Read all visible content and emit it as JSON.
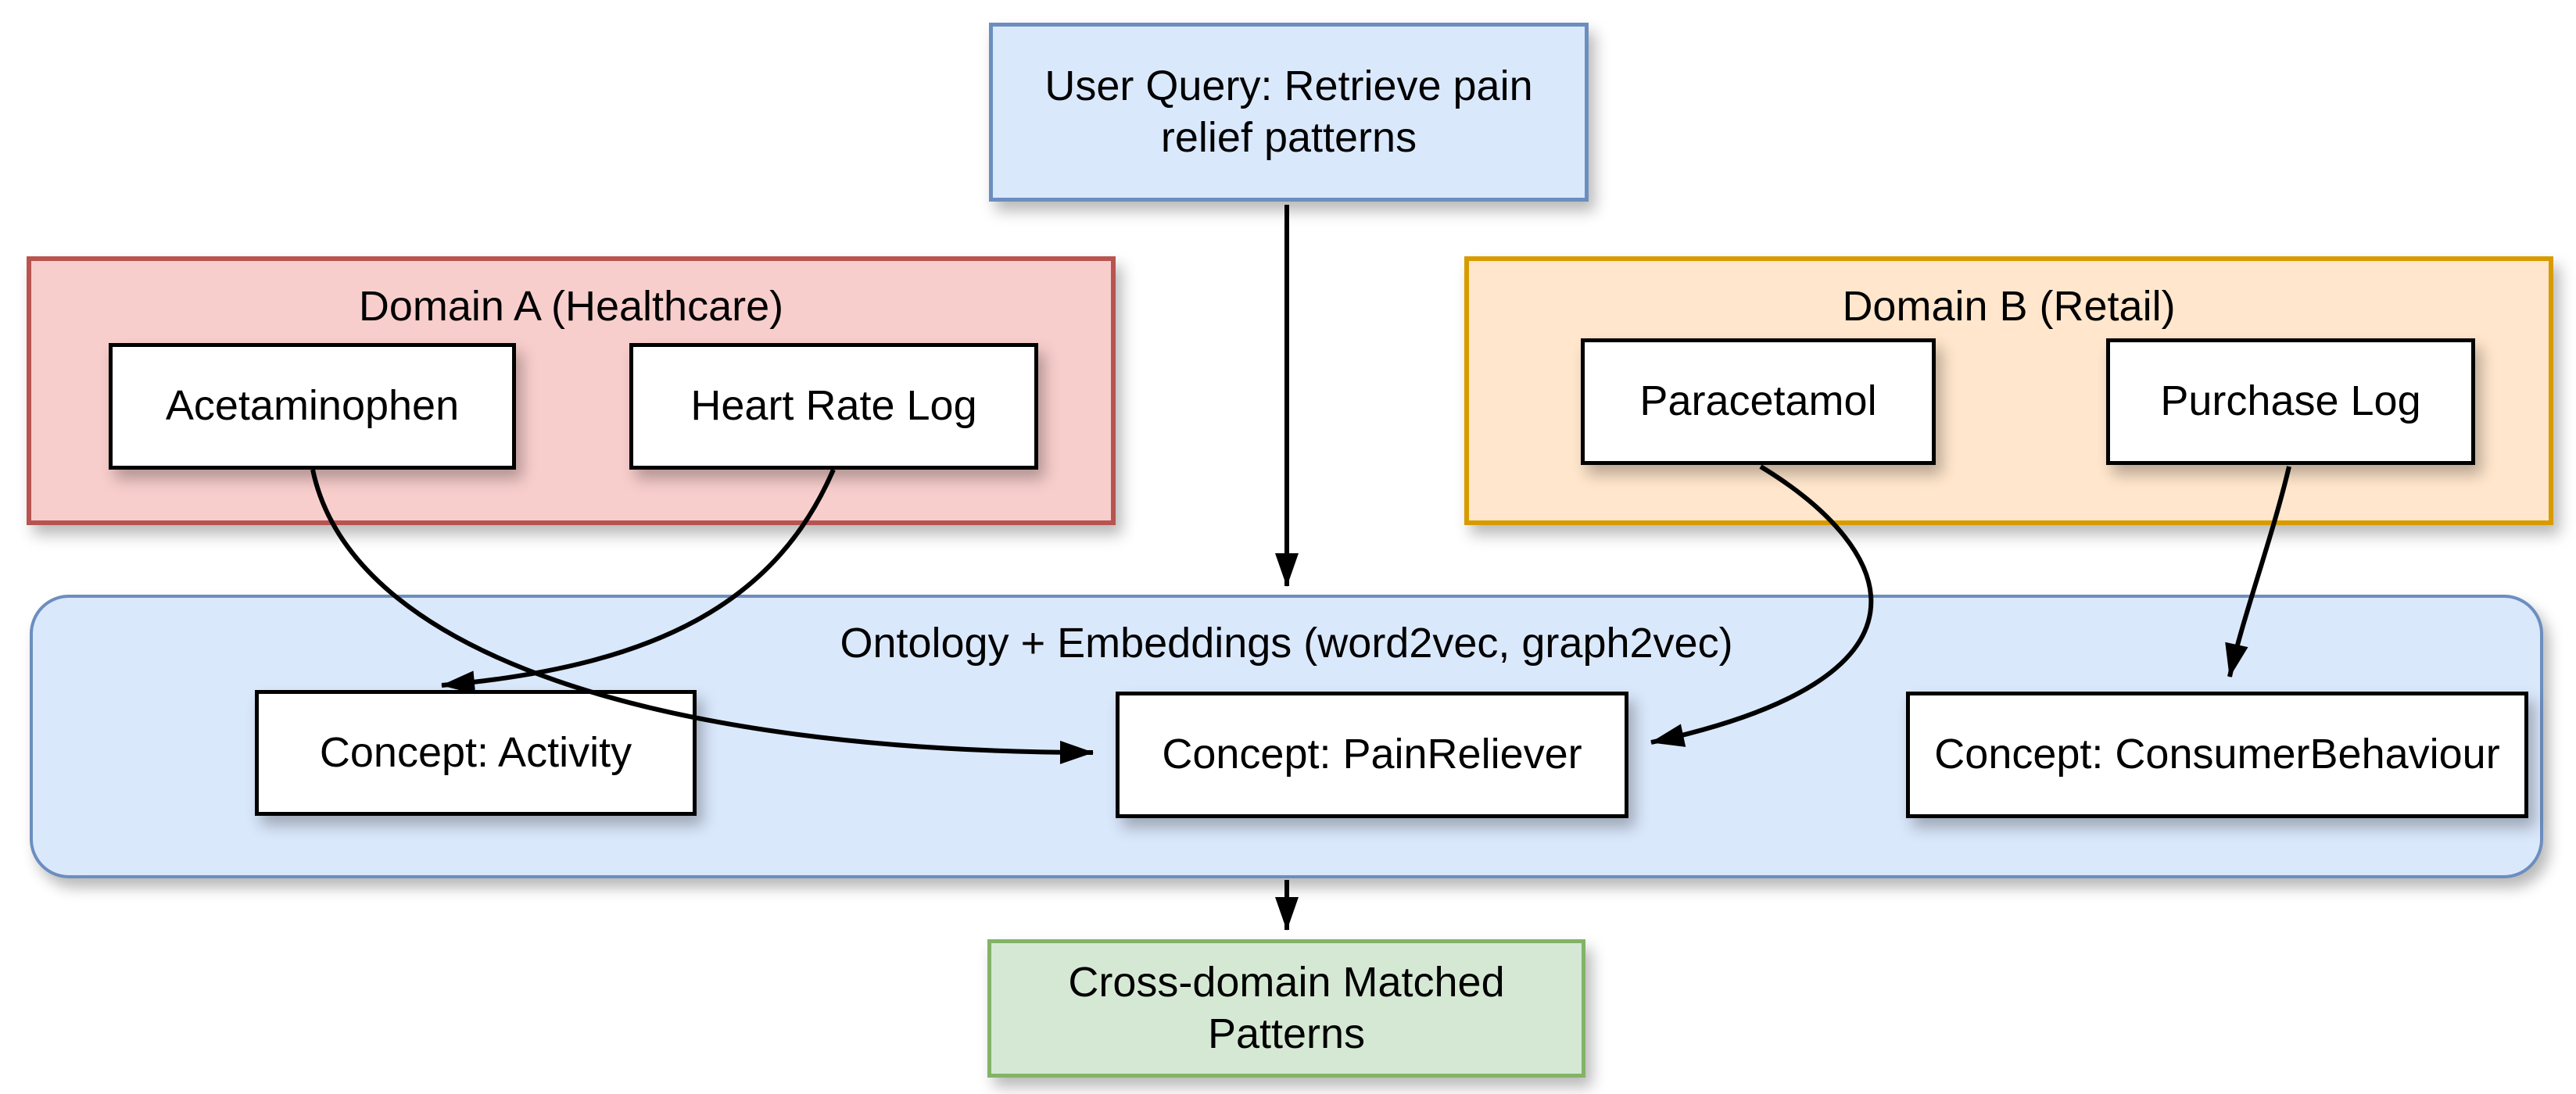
{
  "user_query": {
    "label": "User Query: Retrieve pain\nrelief patterns"
  },
  "domain_a": {
    "title": "Domain A (Healthcare)",
    "nodes": [
      {
        "label": "Acetaminophen"
      },
      {
        "label": "Heart Rate Log"
      }
    ]
  },
  "domain_b": {
    "title": "Domain B (Retail)",
    "nodes": [
      {
        "label": "Paracetamol"
      },
      {
        "label": "Purchase Log"
      }
    ]
  },
  "ontology": {
    "title": "Ontology + Embeddings (word2vec, graph2vec)",
    "concepts": [
      {
        "label": "Concept: Activity"
      },
      {
        "label": "Concept: PainReliever"
      },
      {
        "label": "Concept: ConsumerBehaviour"
      }
    ]
  },
  "output": {
    "label": "Cross-domain Matched\nPatterns"
  },
  "edges": [
    {
      "from": "User Query: Retrieve pain relief patterns",
      "to": "Ontology + Embeddings (word2vec, graph2vec)"
    },
    {
      "from": "Acetaminophen",
      "to": "Concept: PainReliever"
    },
    {
      "from": "Heart Rate Log",
      "to": "Concept: Activity"
    },
    {
      "from": "Paracetamol",
      "to": "Concept: PainReliever"
    },
    {
      "from": "Purchase Log",
      "to": "Concept: ConsumerBehaviour"
    },
    {
      "from": "Ontology + Embeddings (word2vec, graph2vec)",
      "to": "Cross-domain Matched Patterns"
    }
  ],
  "colors": {
    "blue_fill": "#dae8fc",
    "blue_stroke": "#6c8ebf",
    "red_fill": "#f8cecc",
    "red_stroke": "#b85450",
    "orange_fill": "#ffe6cc",
    "orange_stroke": "#d79b00",
    "green_fill": "#d5e8d4",
    "green_stroke": "#82b366",
    "node_fill": "#ffffff",
    "node_stroke": "#000000",
    "edge_color": "#000000"
  }
}
